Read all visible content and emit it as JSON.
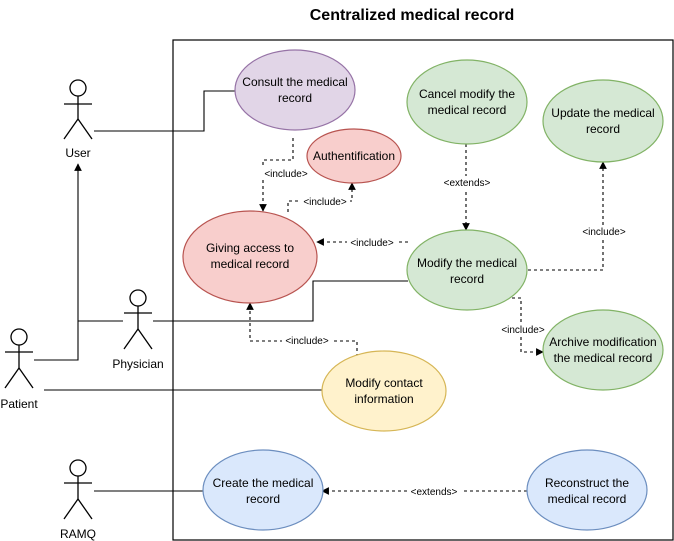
{
  "title": "Centralized medical record",
  "actors": {
    "user": "User",
    "patient": "Patient",
    "physician": "Physician",
    "ramq": "RAMQ"
  },
  "use_cases": {
    "consult": [
      "Consult the medical",
      "record"
    ],
    "auth": [
      "Authentification"
    ],
    "giving_access": [
      "Giving access to",
      "medical record"
    ],
    "cancel_modify": [
      "Cancel modify the",
      "medical record"
    ],
    "update": [
      "Update the medical",
      "record"
    ],
    "modify": [
      "Modify the medical",
      "record"
    ],
    "archive": [
      "Archive modification",
      "the medical record"
    ],
    "modify_contact": [
      "Modify contact",
      "information"
    ],
    "create": [
      "Create the medical",
      "record"
    ],
    "reconstruct": [
      "Reconstruct the",
      "medical record"
    ]
  },
  "relations": {
    "include": "<include>",
    "extends": "<extends>"
  },
  "colors": {
    "purple_fill": "#e1d5e7",
    "purple_stroke": "#9673a6",
    "red_fill": "#f8cecc",
    "red_stroke": "#b85450",
    "green_fill": "#d5e8d4",
    "green_stroke": "#82b366",
    "yellow_fill": "#fff2cc",
    "yellow_stroke": "#d6b656",
    "blue_fill": "#dae8fc",
    "blue_stroke": "#6c8ebf"
  }
}
